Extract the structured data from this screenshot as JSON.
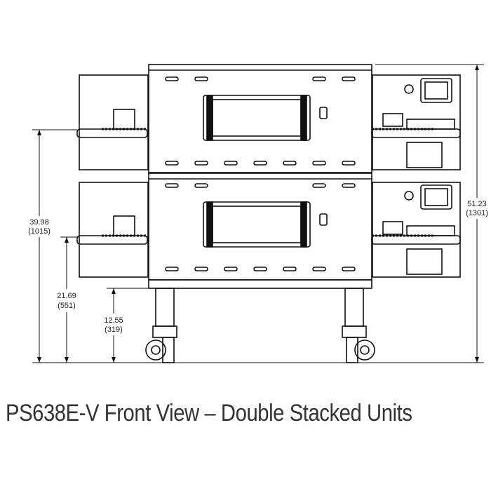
{
  "dimensions": {
    "dim_overall_height": {
      "imperial": "51.23",
      "metric": "(1301)"
    },
    "dim_upper_conveyor": {
      "imperial": "39.98",
      "metric": "(1015)"
    },
    "dim_lower_conveyor": {
      "imperial": "21.69",
      "metric": "(551)"
    },
    "dim_base": {
      "imperial": "12.55",
      "metric": "(319)"
    }
  },
  "caption": "PS638E-V Front View – Double Stacked Units"
}
